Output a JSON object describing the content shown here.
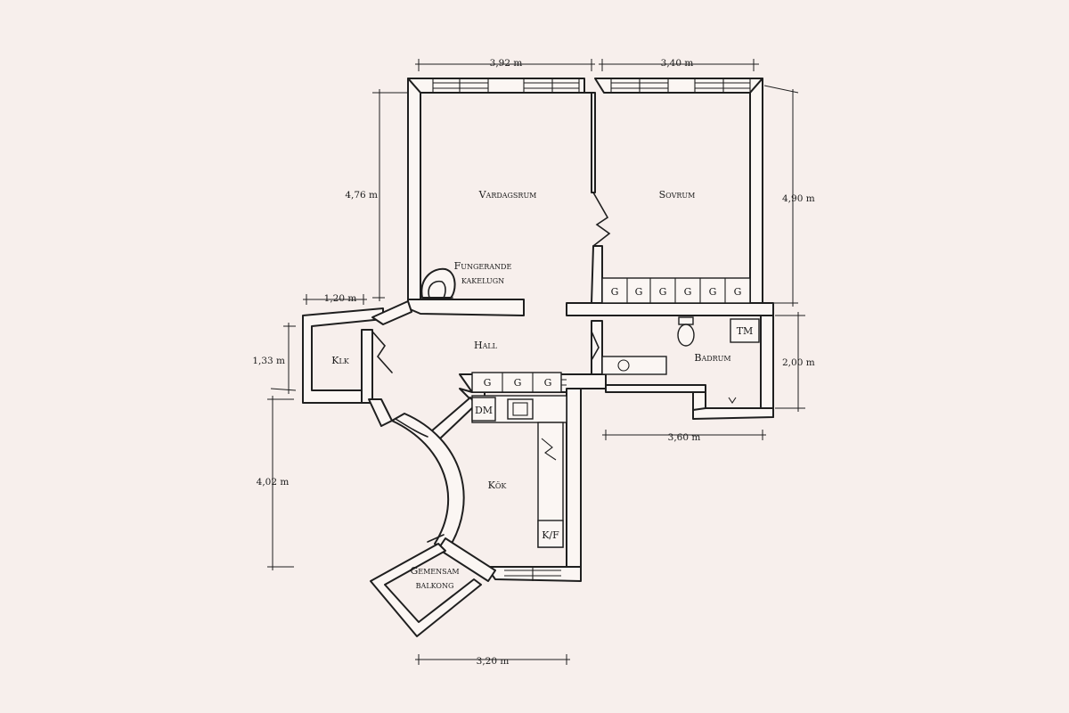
{
  "rooms": {
    "vardagsrum": "Vardagsrum",
    "sovrum": "Sovrum",
    "hall": "Hall",
    "klk": "Klk",
    "badrum": "Badrum",
    "kok": "Kök",
    "kakelugn_1": "Fungerande",
    "kakelugn_2": "kakelugn",
    "balkong_1": "Gemensam",
    "balkong_2": "balkong"
  },
  "fixtures": {
    "wardrobe": "G",
    "tm": "TM",
    "dm": "DM",
    "kf": "K/F"
  },
  "dimensions": {
    "top_left_width": "3,92 m",
    "top_right_width": "3,40 m",
    "left_height": "4,76 m",
    "right_height": "4,90 m",
    "klk_width": "1,20 m",
    "klk_height": "1,33 m",
    "badrum_height": "2,00 m",
    "badrum_width": "3,60 m",
    "kok_height": "4,02 m",
    "kok_width": "3,20 m"
  }
}
